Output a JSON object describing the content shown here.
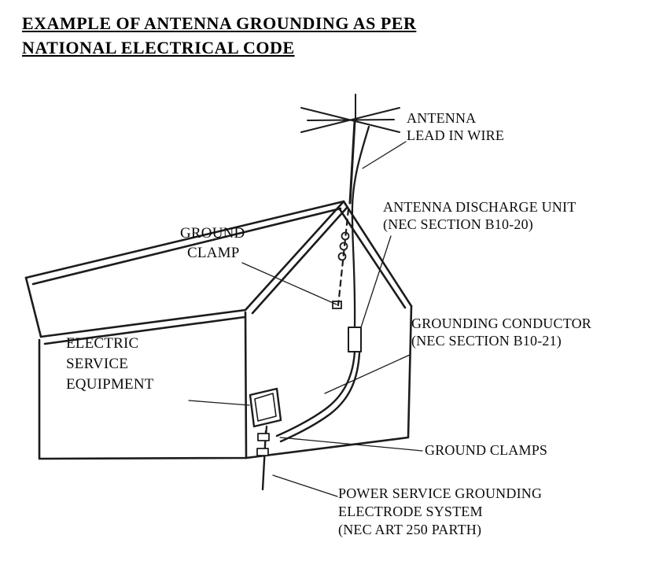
{
  "title": {
    "line1": "EXAMPLE OF ANTENNA GROUNDING AS PER",
    "line2": "NATIONAL ELECTRICAL CODE"
  },
  "labels": {
    "antenna_lead_in_wire": {
      "line1": "ANTENNA",
      "line2": "LEAD IN WIRE"
    },
    "antenna_discharge_unit": {
      "line1": "ANTENNA DISCHARGE UNIT",
      "line2": "(NEC SECTION B10-20)"
    },
    "ground_clamp": {
      "line1": "GROUND",
      "line2": "CLAMP"
    },
    "grounding_conductor": {
      "line1": "GROUNDING CONDUCTOR",
      "line2": "(NEC SECTION B10-21)"
    },
    "electric_service_equipment": {
      "line1": "ELECTRIC",
      "line2": "SERVICE",
      "line3": "EQUIPMENT"
    },
    "ground_clamps": {
      "line1": "GROUND CLAMPS"
    },
    "power_service_grounding": {
      "line1": "POWER SERVICE GROUNDING",
      "line2": "ELECTRODE SYSTEM",
      "line3": "(NEC ART 250 PARTH)"
    }
  },
  "colors": {
    "ink": "#1c1c1c",
    "background": "#ffffff"
  }
}
